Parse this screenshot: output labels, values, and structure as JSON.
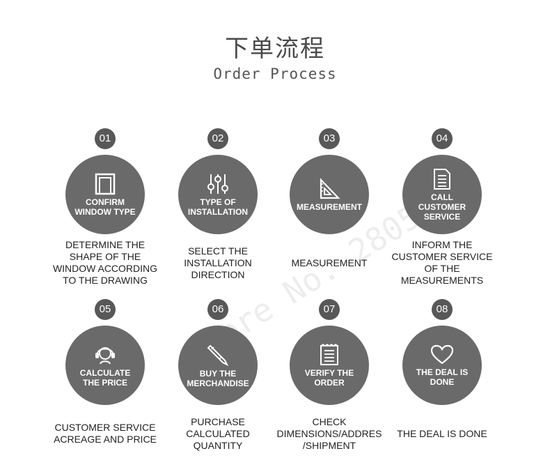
{
  "header": {
    "title_cn": "下单流程",
    "title_en": "Order Process"
  },
  "watermark": "Store No. 2805724",
  "steps": [
    {
      "number": "01",
      "icon": "window-frame-icon",
      "label": "CONFIRM WINDOW TYPE",
      "description": "DETERMINE THE SHAPE OF THE WINDOW ACCORDING TO THE DRAWING"
    },
    {
      "number": "02",
      "icon": "sliders-icon",
      "label": "TYPE OF INSTALLATION",
      "description": "SELECT THE INSTALLATION DIRECTION"
    },
    {
      "number": "03",
      "icon": "set-square-icon",
      "label": "MEASUREMENT",
      "description": "MEASUREMENT"
    },
    {
      "number": "04",
      "icon": "document-icon",
      "label": "CALL CUSTOMER SERVICE",
      "description": "INFORM THE CUSTOMER SERVICE OF THE MEASUREMENTS"
    },
    {
      "number": "05",
      "icon": "headset-icon",
      "label": "CALCULATE THE PRICE",
      "description": "CUSTOMER SERVICE ACREAGE AND PRICE"
    },
    {
      "number": "06",
      "icon": "pencil-icon",
      "label": "BUY THE MERCHANDISE",
      "description": "PURCHASE CALCULATED QUANTITY"
    },
    {
      "number": "07",
      "icon": "receipt-icon",
      "label": "VERIFY THE ORDER",
      "description": "CHECK DIMENSIONS/ADDRES /SHIPMENT"
    },
    {
      "number": "08",
      "icon": "heart-icon",
      "label": "THE DEAL IS DONE",
      "description": "THE DEAL IS DONE"
    }
  ],
  "colors": {
    "circle": "#6a6a6a",
    "badge": "#585858",
    "text": "#222222"
  }
}
